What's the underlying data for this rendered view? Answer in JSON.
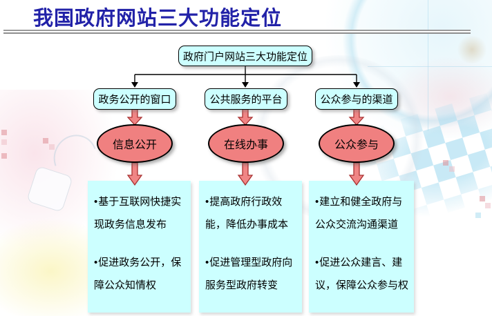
{
  "slide": {
    "title": "我国政府网站三大功能定位",
    "root_label": "政府门户网站三大功能定位",
    "bullet_char": "•",
    "columns": [
      {
        "branch_label": "政务公开的窗口",
        "ellipse_label": "信息公开",
        "bullets": [
          "基于互联网快捷实现政务信息发布",
          "促进政务公开，保障公众知情权"
        ]
      },
      {
        "branch_label": "公共服务的平台",
        "ellipse_label": "在线办事",
        "bullets": [
          "提高政府行政效能，降低办事成本",
          "促进管理型政府向服务型政府转变"
        ]
      },
      {
        "branch_label": "公众参与的渠道",
        "ellipse_label": "公众参与",
        "bullets": [
          "建立和健全政府与公众交流沟通渠道",
          "促进公众建言、建议，保障公众参与权"
        ]
      }
    ],
    "colors": {
      "title_text": "#2222a8",
      "node_fill": "#ccffff",
      "node_border": "#000000",
      "ellipse_fill": "#f08080",
      "arrow_fill": "#f08585",
      "arrow_outline": "#a83030",
      "connector_line": "#000000",
      "panel_fill": "#ccffff",
      "rule_gray": "#9a9a9a"
    }
  }
}
